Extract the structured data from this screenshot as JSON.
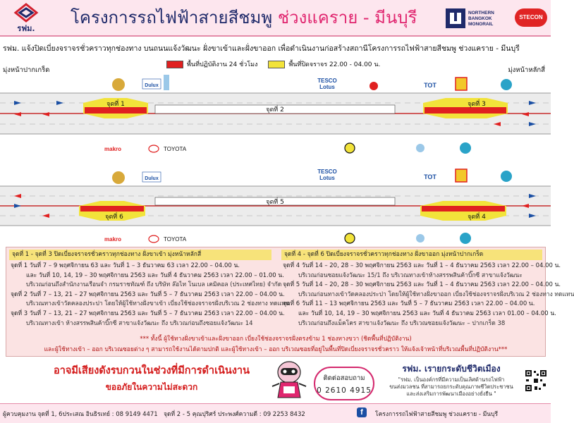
{
  "header": {
    "title_main": "โครงการรถไฟฟ้าสายสีชมพู",
    "title_section": "ช่วงแคราย - มีนบุรี",
    "logo_srt_text": "รฟม.",
    "logo_nbm_lines": [
      "NORTHERN",
      "BANGKOK",
      "MONORAIL"
    ],
    "logo_stecon_text": "STECON"
  },
  "notice": "รฟม. แจ้งปิดเบี่ยงจราจรชั่วคราวทุกช่องทาง บนถนนแจ้งวัฒนะ ฝั่งขาเข้าและฝั่งขาออก เพื่อดำเนินงานก่อสร้างสถานีโครงการรถไฟฟ้าสายสีชมพู ช่วงแคราย - มีนบุรี",
  "legend": {
    "red_label": "พื้นที่ปฏิบัติงาน 24 ชั่วโมง",
    "yellow_label": "พื้นที่ปิดจราจร 22.00 - 04.00 น.",
    "red_color": "#e02020",
    "yellow_color": "#f2e33a"
  },
  "directions": {
    "left": "มุ่งหน้าปากเกร็ด",
    "right": "มุ่งหน้าหลักสี่"
  },
  "map": {
    "zones": {
      "z1": "จุดที่ 1",
      "z2": "จุดที่ 2",
      "z3": "จุดที่ 3",
      "z4": "จุดที่ 4",
      "z5": "จุดที่ 5",
      "z6": "จุดที่ 6"
    },
    "landmarks": {
      "dulux": "Dulux",
      "tesco_1": "TESCO",
      "tesco_2": "Lotus",
      "tot": "TOT",
      "makro": "makro",
      "toyota": "TOYOTA"
    }
  },
  "schedule": {
    "left_heading": "จุดที่ 1 - จุดที่ 3 ปิดเบี่ยงจราจรชั่วคราวทุกช่องทาง ฝั่งขาเข้า มุ่งหน้าหลักสี่",
    "right_heading": "จุดที่ 4 - จุดที่ 6 ปิดเบี่ยงจราจรชั่วคราวทุกช่องทาง ฝั่งขาออก มุ่งหน้าปากเกร็ด",
    "left_lines": [
      "จุดที่ 1 วันที่ 7 – 9 พฤศจิกายน 63 และ วันที่ 1 – 3 ธันวาคม 63 เวลา 22.00 – 04.00 น.",
      "และ วันที่ 10, 14, 19 – 30 พฤศจิกายน 2563 และ วันที่ 4 ธันวาคม 2563 เวลา 22.00 – 01.00 น.",
      "บริเวณก่อนถึงสำนักงานเรือนจำ กรมราชทัณฑ์ ถึง บริษัท ล๊อไท โนเบล เคมิคอล (ประเทศไทย) จำกัด",
      "จุดที่ 2 วันที่ 7 – 13, 21 – 27 พฤศจิกายน 2563 และ วันที่ 5 – 7 ธันวาคม 2563 เวลา 22.00 – 04.00 น.",
      "บริเวณทางเข้าวัดคลองประปา โดยให้ผู้ใช้ทางฝั่งขาเข้า เบี่ยงใช้ช่องจราจรฝั่งบริเวณ 2 ช่องทาง ทดแทน",
      "จุดที่ 3 วันที่ 7 – 13, 21 – 27 พฤศจิกายน 2563 และ วันที่ 5 – 7 ธันวาคม 2563 เวลา 22.00 – 04.00 น.",
      "บริเวณทางเข้า ห้างสรรพสินค้าบิ๊กซี สาขาแจ้งวัฒนะ ถึง บริเวณก่อนถึงซอยแจ้งวัฒนะ 14"
    ],
    "right_lines": [
      "จุดที่ 4 วันที่ 14 – 20, 28 – 30 พฤศจิกายน 2563 และ วันที่ 1 – 4 ธันวาคม 2563 เวลา 22.00 – 04.00 น.",
      "บริเวณก่อนซอยแจ้งวัฒนะ 15/1 ถึง บริเวณทางเข้าห้างสรรพสินค้าบิ๊กซี สาขาแจ้งวัฒนะ",
      "จุดที่ 5 วันที่ 14 – 20, 28 – 30 พฤศจิกายน 2563 และ วันที่ 1 – 4 ธันวาคม 2563 เวลา 22.00 – 04.00 น.",
      "บริเวณก่อนทางเข้าวัดคลองประปา โดยให้ผู้ใช้ทางฝั่งขาออก เบี่ยงใช้ช่องจราจรฝั่งบริเวณ 2 ช่องทาง ทดแทน",
      "จุดที่ 6 วันที่ 11 – 13 พฤศจิกายน 2563 และ วันที่ 5 – 7 ธันวาคม 2563 เวลา 22.00 – 04.00 น.",
      "และ วันที่ 10, 14, 19 – 30 พฤศจิกายน 2563 และ วันที่ 4 ธันวาคม 2563 เวลา 01.00 – 04.00 น.",
      "บริเวณก่อนถึงแม็คโคร สาขาแจ้งวัฒนะ ถึง บริเวณซอยแจ้งวัฒนะ – ปากเกร็ด 38"
    ],
    "note_1": "*** ทั้งนี้ ผู้ใช้ทางฝั่งขาเข้าและฝั่งขาออก เบี่ยงใช้ช่องจราจรฝั่งตรงข้าม 1 ช่องทางขวา (ชิดพื้นที่ปฏิบัติงาน)",
    "note_2": "และผู้ใช้ทางเข้า – ออก บริเวณซอยต่าง ๆ สามารถใช้งานได้ตามปกติ และผู้ใช้ทางเข้า – ออก บริเวณซอยที่อยู่ในพื้นที่ปิดเบี่ยงจราจรชั่วคราว ให้แจ้งเจ้าหน้าที่บริเวณพื้นที่ปฏิบัติงาน***"
  },
  "apology": {
    "line_1": "อาจมีเสียงดังรบกวนในช่วงที่มีการดำเนินงาน",
    "line_2": "ขออภัยในความไม่สะดวก"
  },
  "contact": {
    "label": "ติดต่อสอบถาม",
    "phone": "0 2610 4915"
  },
  "srt": {
    "slogan": "รฟม. เรายกระดับชีวิตเมือง",
    "desc_1": "\"รฟม. เป็นองค์กรที่มีความเป็นเลิศด้านรถไฟฟ้า",
    "desc_2": "ขนส่งมวลชน ที่สามารถยกระดับคุณภาพชีวิตประชาชน",
    "desc_3": "และส่งเสริมการพัฒนาเมืองอย่างยั่งยืน \""
  },
  "footer": {
    "contact_1": "ผู้ควบคุมงาน จุดที่ 1, 6ประเสณ อินธิรเทย์ : 08 9149 4471",
    "contact_2": "จุดที่ 2 - 5 คุณปุริศร์ ประพงศ์ความดี : 09 2253 8432",
    "fb_page": "โครงการรถไฟฟ้าสายสีชมพู ช่วงแคราย - มีนบุรี"
  }
}
